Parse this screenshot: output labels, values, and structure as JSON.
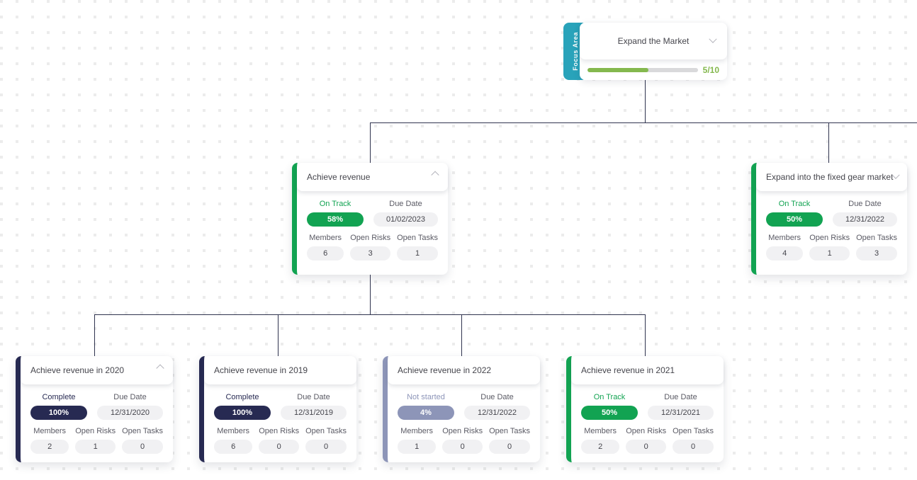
{
  "colors": {
    "teal": "#29a3ba",
    "progress": "#84b84e",
    "connector": "#30344f",
    "dot": "#ececec",
    "green": "#12a352",
    "navy": "#272a52",
    "slate": "#8d95b8"
  },
  "focus_card": {
    "tab_label": "Focus Area",
    "title": "Expand the Market",
    "chevron": "down",
    "progress_pct": 55,
    "progress_value": "5/10"
  },
  "labels": {
    "due_date": "Due Date",
    "members": "Members",
    "open_risks": "Open Risks",
    "open_tasks": "Open Tasks"
  },
  "cards": [
    {
      "title": "Achieve revenue",
      "status_label": "On Track",
      "status_value": "58%",
      "status_color": "#12a352",
      "due_date": "01/02/2023",
      "members": "6",
      "open_risks": "3",
      "open_tasks": "1",
      "chevron": "up"
    },
    {
      "title": "Expand into the fixed gear market",
      "status_label": "On Track",
      "status_value": "50%",
      "status_color": "#12a352",
      "due_date": "12/31/2022",
      "members": "4",
      "open_risks": "1",
      "open_tasks": "3",
      "chevron": "down"
    },
    {
      "title": "Achieve revenue in 2020",
      "status_label": "Complete",
      "status_value": "100%",
      "status_color": "#272a52",
      "due_date": "12/31/2020",
      "members": "2",
      "open_risks": "1",
      "open_tasks": "0",
      "chevron": "up"
    },
    {
      "title": "Achieve revenue in 2019",
      "status_label": "Complete",
      "status_value": "100%",
      "status_color": "#272a52",
      "due_date": "12/31/2019",
      "members": "6",
      "open_risks": "0",
      "open_tasks": "0",
      "chevron": ""
    },
    {
      "title": "Achieve revenue in 2022",
      "status_label": "Not started",
      "status_value": "4%",
      "status_color": "#8d95b8",
      "due_date": "12/31/2022",
      "members": "1",
      "open_risks": "0",
      "open_tasks": "0",
      "chevron": ""
    },
    {
      "title": "Achieve revenue in 2021",
      "status_label": "On Track",
      "status_value": "50%",
      "status_color": "#12a352",
      "due_date": "12/31/2021",
      "members": "2",
      "open_risks": "0",
      "open_tasks": "0",
      "chevron": ""
    }
  ]
}
